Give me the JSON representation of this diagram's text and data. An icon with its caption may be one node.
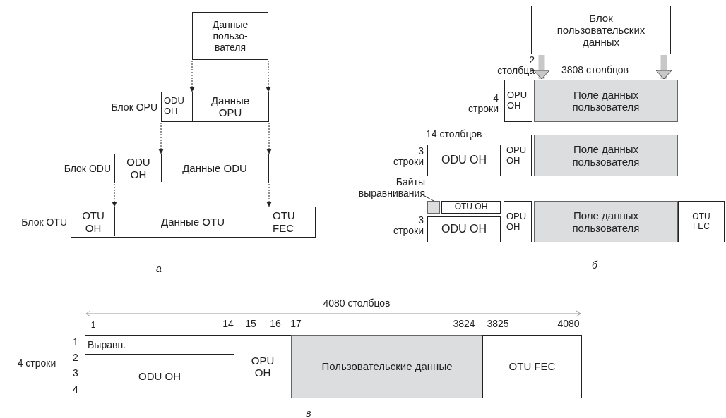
{
  "diagram": {
    "nodes": [
      {
        "text": [
          "Данные пользо-вателя"
        ]
      },
      {
        "text": [
          "Блок OPU"
        ]
      },
      {
        "text": [
          "ODU OH"
        ],
        "in": 1
      },
      {
        "text": [
          "Данные OPU"
        ],
        "in": 1
      },
      {
        "text": [
          "Блок ODU"
        ]
      },
      {
        "text": [
          "ODU OH"
        ],
        "in": 4
      },
      {
        "text": [
          "Данные ODU"
        ],
        "in": 4
      },
      {
        "text": [
          "Блок OTU"
        ]
      },
      {
        "text": [
          "OTU OH"
        ],
        "in": 7
      },
      {
        "text": [
          "Данные OTU"
        ],
        "in": 7
      },
      {
        "text": [
          "OTU FEC"
        ],
        "in": 7
      },
      {
        "text": [
          "Блок пользовательских данных"
        ]
      },
      {
        "text": [
          "OPU OH"
        ]
      },
      {
        "text": [
          "Поле данных пользователя"
        ]
      },
      {
        "text": [
          "ODU OH"
        ]
      },
      {
        "text": [
          "OPU OH"
        ]
      },
      {
        "text": [
          "Поле данных пользователя"
        ]
      },
      {
        "text": [
          "Байты выравнивания"
        ]
      },
      {
        "text": [],
        "shape": "box"
      },
      {
        "text": [
          "OTU OH"
        ]
      },
      {
        "text": [
          "ODU OH"
        ]
      },
      {
        "text": [
          "OPU OH"
        ]
      },
      {
        "text": [
          "Поле данных пользователя"
        ]
      },
      {
        "text": [
          "OTU FEC"
        ]
      },
      {
        "text": [
          "Выравн."
        ]
      },
      {
        "text": [],
        "shape": "box"
      },
      {
        "text": [
          "ODU OH"
        ]
      },
      {
        "text": [
          "OPU OH"
        ]
      },
      {
        "text": [
          "Пользовательские данные"
        ]
      },
      {
        "text": [
          "OTU FEC"
        ]
      }
    ],
    "edges": [
      {
        "from": 0,
        "to": 3,
        "arrow": "to",
        "style": "dashed"
      },
      {
        "from": 0,
        "to": 3,
        "arrow": "to",
        "style": "dashed"
      },
      {
        "from": 1,
        "to": 6,
        "arrow": "to",
        "style": "dashed"
      },
      {
        "from": 1,
        "to": 6,
        "arrow": "to",
        "style": "dashed"
      },
      {
        "from": 4,
        "to": 9,
        "arrow": "to",
        "style": "dashed"
      },
      {
        "from": 4,
        "to": 9,
        "arrow": "to",
        "style": "dashed"
      },
      {
        "from": 11,
        "to": 12,
        "arrow": "to",
        "style": "thick",
        "color": "#c8c8c8"
      },
      {
        "from": 11,
        "to": 13,
        "arrow": "to",
        "style": "thick",
        "color": "#c8c8c8"
      },
      {
        "from": 17,
        "to": 18,
        "arrow": "none"
      }
    ],
    "labels": [
      "а",
      "2 столбца",
      "3808 столбцов",
      "4 строки",
      "14 столбцов",
      "3 строки",
      "3 строки",
      "б",
      "4080 столбцов",
      "1",
      "14",
      "15",
      "16",
      "17",
      "3824",
      "3825",
      "4080",
      "1",
      "2",
      "3",
      "4",
      "4 строки",
      "в"
    ]
  }
}
